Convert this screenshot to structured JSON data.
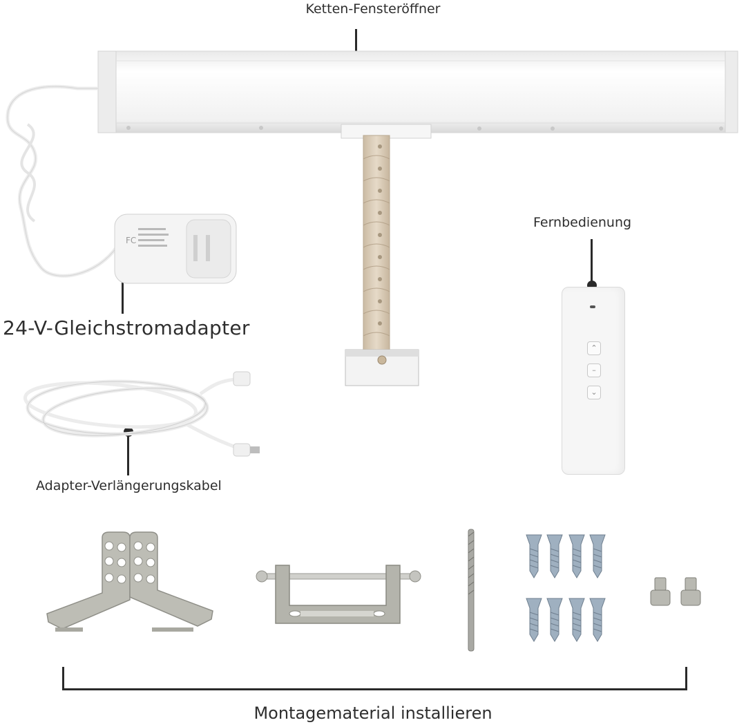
{
  "labels": {
    "chain_window_opener": "Ketten-Fensteröffner",
    "dc_adapter": "24-V-Gleichstromadapter",
    "remote_control": "Fernbedienung",
    "extension_cable": "Adapter-Verlängerungskabel",
    "mounting_material": "Montagematerial installieren"
  },
  "adapter_plate_text": "FC",
  "remote_buttons": [
    "up-arrow-icon",
    "stop-icon",
    "down-arrow-icon"
  ],
  "colors": {
    "text": "#2e2e2e",
    "pointer": "#2a2a2a",
    "device_white": "#f2f2f2",
    "chain": "#d8cbb8",
    "metal": "#b8b8b0",
    "screw": "#9fb0c0"
  }
}
